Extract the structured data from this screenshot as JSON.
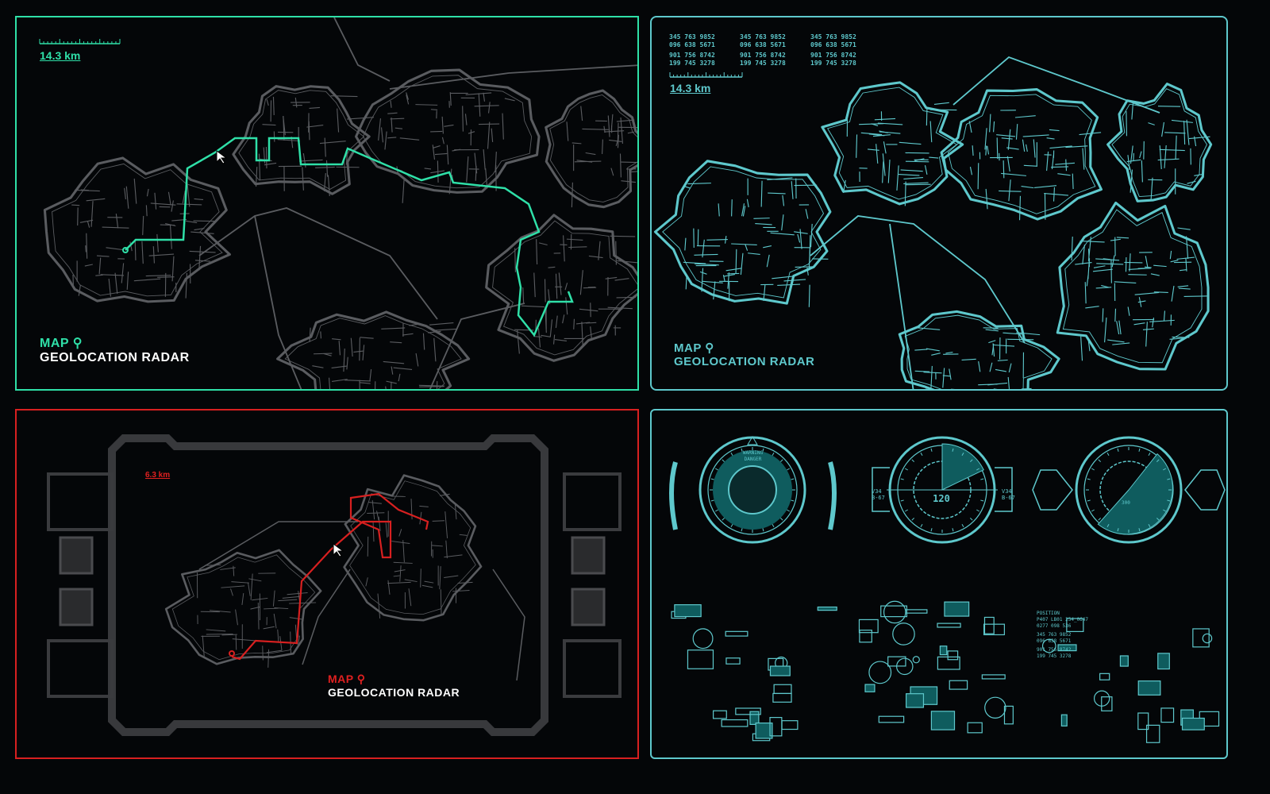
{
  "colors": {
    "green": "#2fe0a8",
    "cyan": "#5ec8cc",
    "red": "#d82020",
    "gray": "#5a5c60",
    "bg": "#040608"
  },
  "panels": [
    {
      "scale": "14.3 km",
      "map_label": "MAP",
      "subtitle": "GEOLOCATION  RADAR",
      "icon": "map-pin-icon"
    },
    {
      "scale": "14.3 km",
      "map_label": "MAP",
      "subtitle": "GEOLOCATION  RADAR",
      "icon": "map-pin-icon",
      "coords": [
        [
          "345 763 9852",
          "096 638 5671",
          "901 756 8742",
          "199 745 3278"
        ],
        [
          "345 763 9852",
          "096 638 5671",
          "901 756 8742",
          "199 745 3278"
        ],
        [
          "345 763 9852",
          "096 638 5671",
          "901 756 8742",
          "199 745 3278"
        ]
      ]
    },
    {
      "scale": "6.3 km",
      "map_label": "MAP",
      "subtitle": "GEOLOCATION  RADAR",
      "icon": "map-pin-icon"
    },
    {
      "gauges": [
        {
          "warning": "WARNING",
          "danger": "DANGER"
        },
        {
          "value": "120",
          "left_code": [
            "V34",
            "B-67"
          ],
          "right_code": [
            "V34",
            "B-67"
          ]
        },
        {
          "value": "300"
        }
      ],
      "position": {
        "label": "POSITION",
        "lines": [
          "P407 LB01 254_0647",
          "0277 098 536",
          "345 763 9852",
          "096 638 5671",
          "901 756 8742",
          "199 745 3278"
        ]
      }
    }
  ]
}
